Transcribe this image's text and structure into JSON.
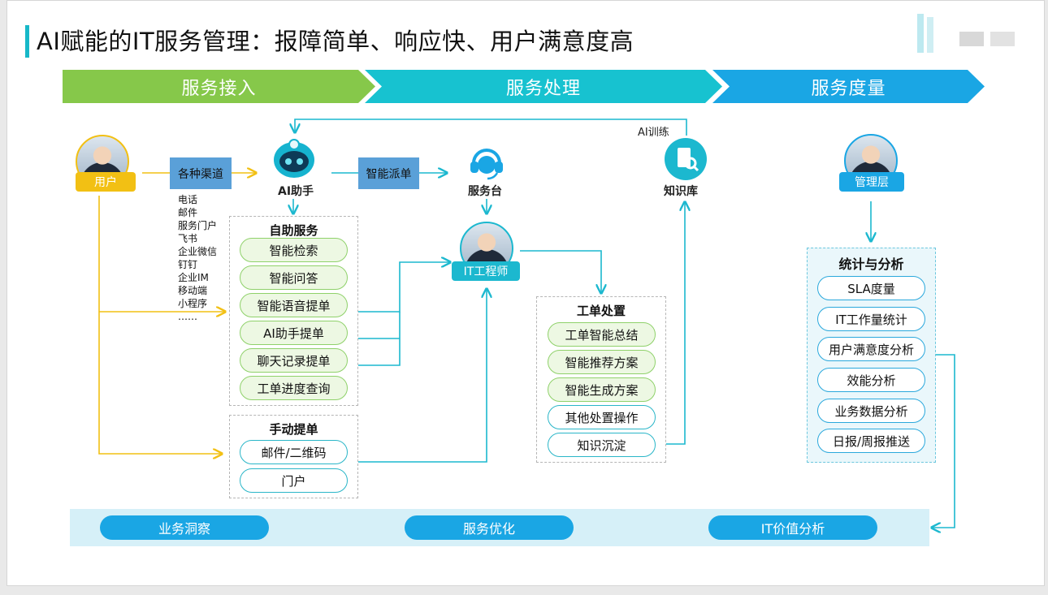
{
  "title": "AI赋能的IT服务管理：报障简单、响应快、用户满意度高",
  "stages": [
    "服务接入",
    "服务处理",
    "服务度量"
  ],
  "nodes": {
    "user": "用户",
    "ai_assistant": "AI助手",
    "service_desk": "服务台",
    "knowledge_base": "知识库",
    "it_engineer": "IT工程师",
    "management": "管理层"
  },
  "connectors": {
    "channels": "各种渠道",
    "smart_dispatch": "智能派单",
    "ai_training": "AI训练"
  },
  "channel_list": [
    "电话",
    "邮件",
    "服务门户",
    "飞书",
    "企业微信",
    "钉钉",
    "企业IM",
    "移动端",
    "小程序",
    "……"
  ],
  "self_service": {
    "title": "自助服务",
    "items": [
      "智能检索",
      "智能问答",
      "智能语音提单",
      "AI助手提单",
      "聊天记录提单",
      "工单进度查询"
    ]
  },
  "manual": {
    "title": "手动提单",
    "items": [
      "邮件/二维码",
      "门户"
    ]
  },
  "ticket": {
    "title": "工单处置",
    "items": [
      "工单智能总结",
      "智能推荐方案",
      "智能生成方案",
      "其他处置操作",
      "知识沉淀"
    ]
  },
  "stats": {
    "title": "统计与分析",
    "items": [
      "SLA度量",
      "IT工作量统计",
      "用户满意度分析",
      "效能分析",
      "业务数据分析",
      "日报/周报推送"
    ]
  },
  "bottom": [
    "业务洞察",
    "服务优化",
    "IT价值分析"
  ],
  "colors": {
    "green": "#86c84a",
    "teal": "#17c2d0",
    "blue": "#1aa6e4",
    "yellow_line": "#f2c014",
    "cyan_line": "#1cb8cf"
  }
}
